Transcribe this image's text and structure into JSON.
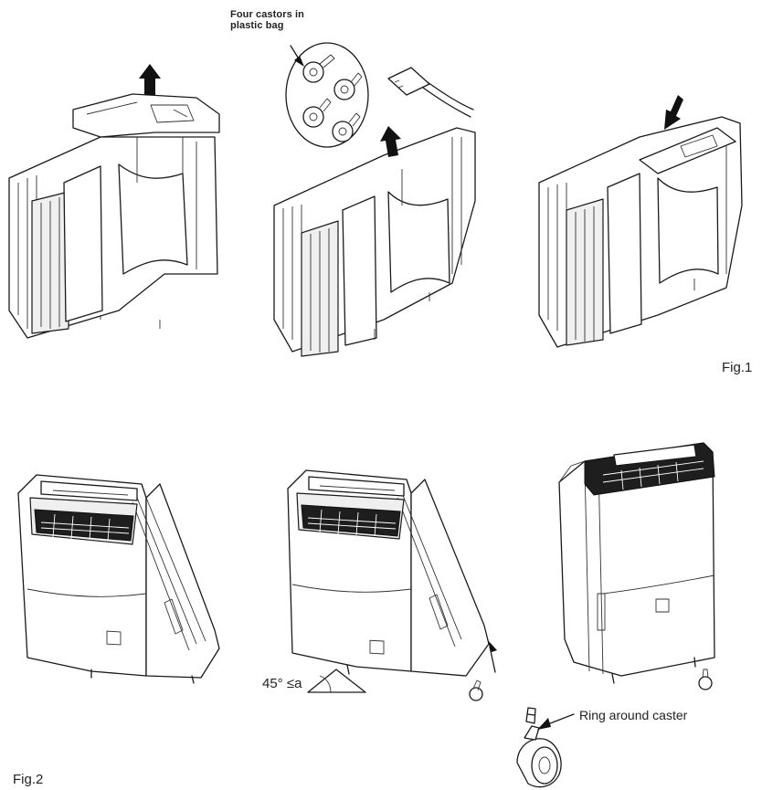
{
  "figure1": {
    "castor_note": "Four castors in\nplastic bag",
    "label": "Fig.1"
  },
  "figure2": {
    "angle_label": "45° ≤a",
    "ring_label": "Ring around caster",
    "label": "Fig.2"
  }
}
